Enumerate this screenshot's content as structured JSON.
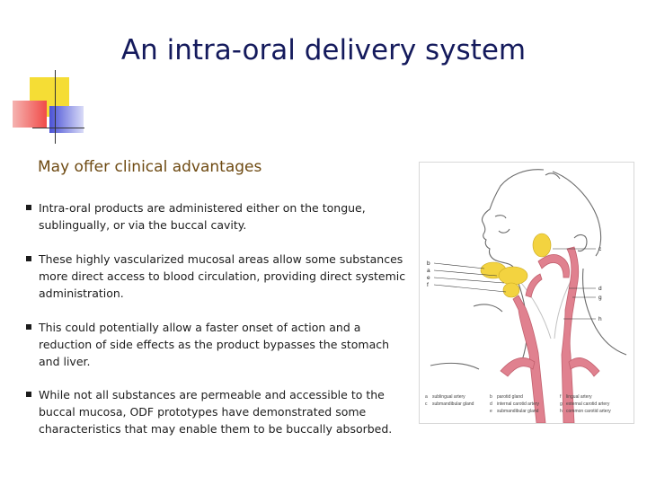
{
  "slide": {
    "title": "An intra-oral delivery system",
    "subtitle": "May offer clinical advantages",
    "bullets": [
      "Intra-oral products are administered either on the tongue, sublingually, or via the buccal cavity.",
      "These highly vascularized mucosal areas allow some substances more direct access to blood circulation, providing direct systemic administration.",
      "This could potentially allow a faster onset of action and a reduction of side effects as the product bypasses the stomach and liver.",
      "While not all substances are permeable and accessible to the buccal mucosa, ODF prototypes have demonstrated some characteristics that may enable them to be buccally absorbed."
    ]
  },
  "figure": {
    "labels_left": [
      "b",
      "a",
      "e",
      "f"
    ],
    "labels_right": [
      "c",
      "d",
      "g",
      "h"
    ],
    "legend": [
      [
        "a",
        "sublingual artery",
        "b",
        "parotid gland",
        "f",
        "lingual artery"
      ],
      [
        "c",
        "submandibular gland",
        "d",
        "internal carotid artery",
        "g",
        "external carotid artery"
      ],
      [
        "",
        "",
        "e",
        "submandibular gland",
        "h",
        "common carotid artery"
      ]
    ]
  },
  "colors": {
    "title": "#141a5c",
    "subtitle": "#6e4a12",
    "accent_yellow": "#f5dd35",
    "accent_blue": "#4a52d6",
    "accent_red": "#f04b48",
    "artery": "#e0818f",
    "gland": "#f3d340"
  }
}
